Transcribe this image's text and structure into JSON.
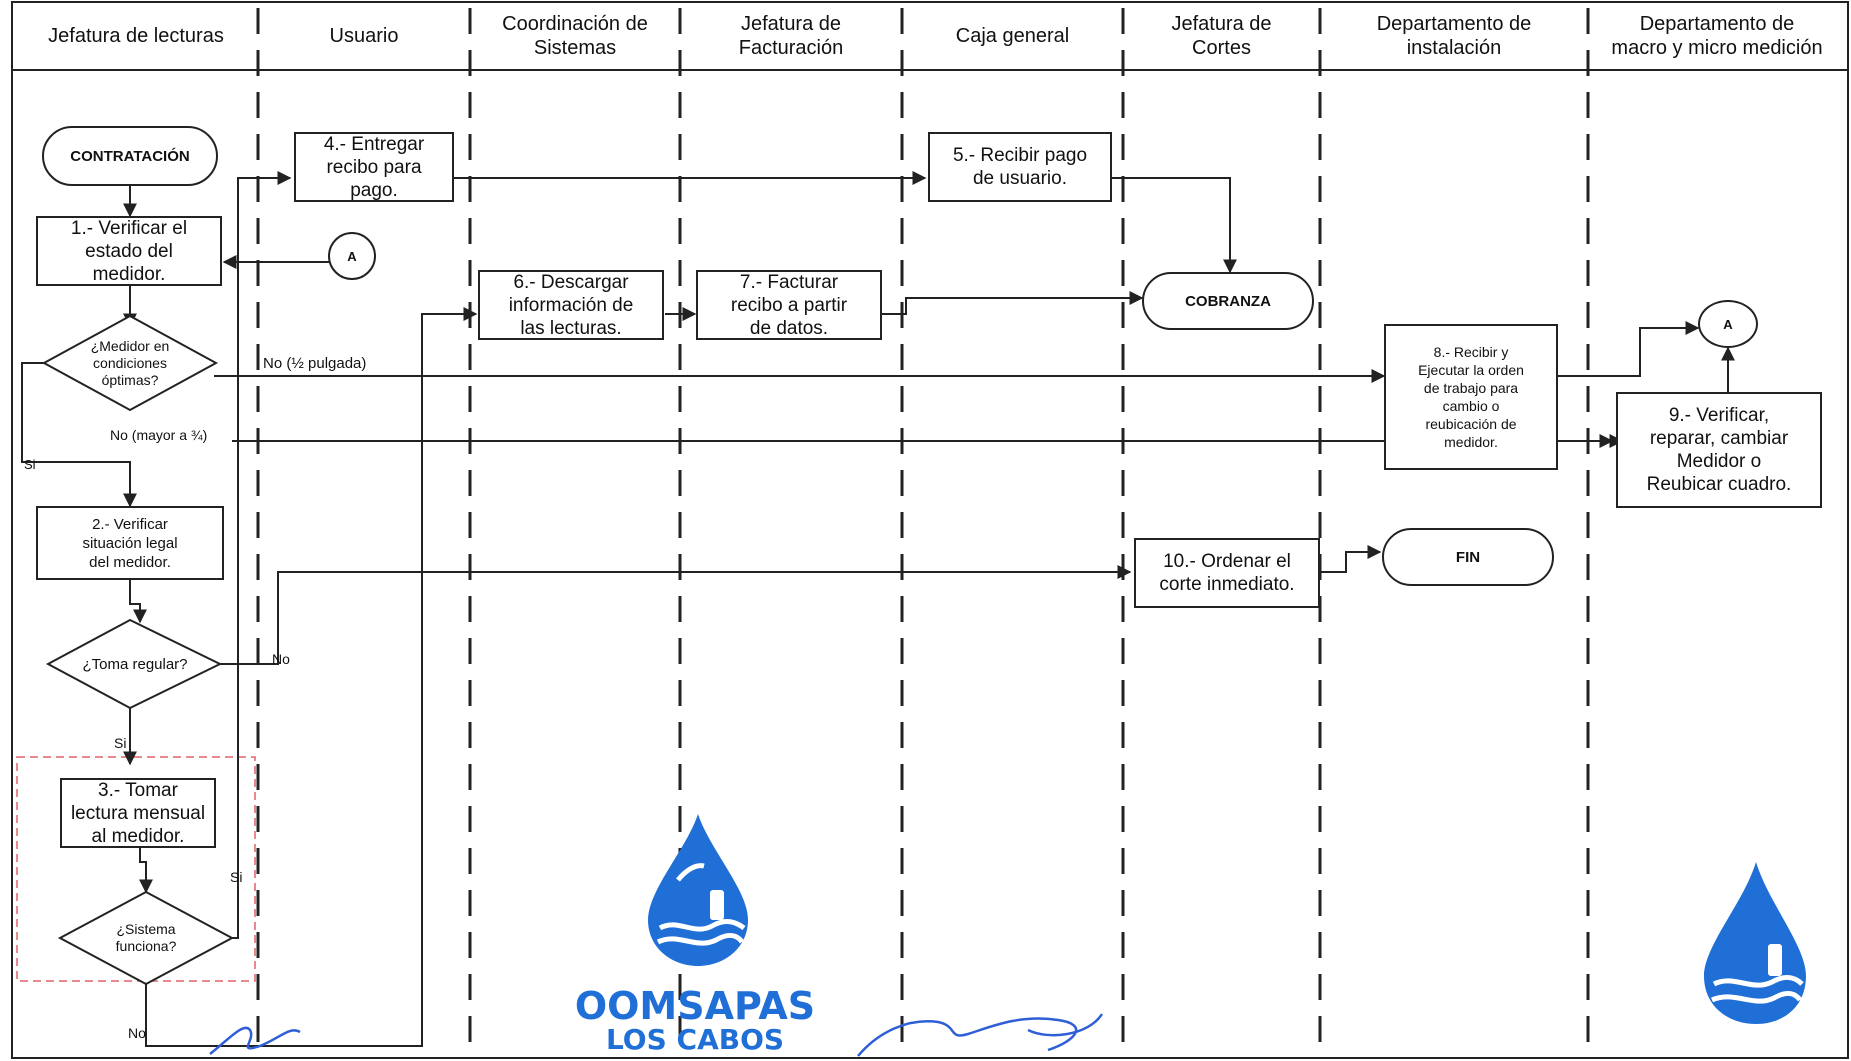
{
  "lanes": [
    {
      "header": "Jefatura de lecturas"
    },
    {
      "header": "Usuario"
    },
    {
      "header": "Coordinación de\nSistemas"
    },
    {
      "header": "Jefatura de\nFacturación"
    },
    {
      "header": "Caja general"
    },
    {
      "header": "Jefatura de\nCortes"
    },
    {
      "header": "Departamento de\ninstalación"
    },
    {
      "header": "Departamento de\nmacro y micro medición"
    }
  ],
  "terminals": {
    "start": "CONTRATACIÓN",
    "cobranza": "COBRANZA",
    "fin": "FIN"
  },
  "steps": {
    "s1": "1.- Verificar el\nestado del\nmedidor.",
    "s2": "2.- Verificar\nsituación legal\ndel medidor.",
    "s3": "3.- Tomar\nlectura mensual\nal medidor.",
    "s4": "4.- Entregar\nrecibo para\npago.",
    "s5": "5.- Recibir pago\nde usuario.",
    "s6": "6.- Descargar\ninformación de\nlas lecturas.",
    "s7": "7.- Facturar\nrecibo a partir\nde datos.",
    "s8": "8.- Recibir y\nEjecutar la orden\nde  trabajo para\ncambio o\nreubicación de\nmedidor.",
    "s9": "9.- Verificar,\nreparar, cambiar\nMedidor o\nReubicar cuadro.",
    "s10": "10.- Ordenar el\ncorte inmediato."
  },
  "decisions": {
    "d1": "¿Medidor en\ncondiciones\nóptimas?",
    "d2": "¿Toma regular?",
    "d3": "¿Sistema\nfunciona?"
  },
  "connectors": {
    "a_left": "A",
    "a_right": "A"
  },
  "edge_labels": {
    "no_half": "No (½ pulgada)",
    "no_mayor": "No (mayor a ¾)",
    "si_d1": "Si",
    "no_d2": "No",
    "si_d2": "Si",
    "si_d3": "Si",
    "no_d3": "No"
  },
  "logo": {
    "line1": "OOMSAPAS",
    "line2": "LOS CABOS"
  },
  "colors": {
    "logo_blue": "#1f6fd6",
    "highlight_dash": "#e0606a",
    "line": "#222222"
  }
}
